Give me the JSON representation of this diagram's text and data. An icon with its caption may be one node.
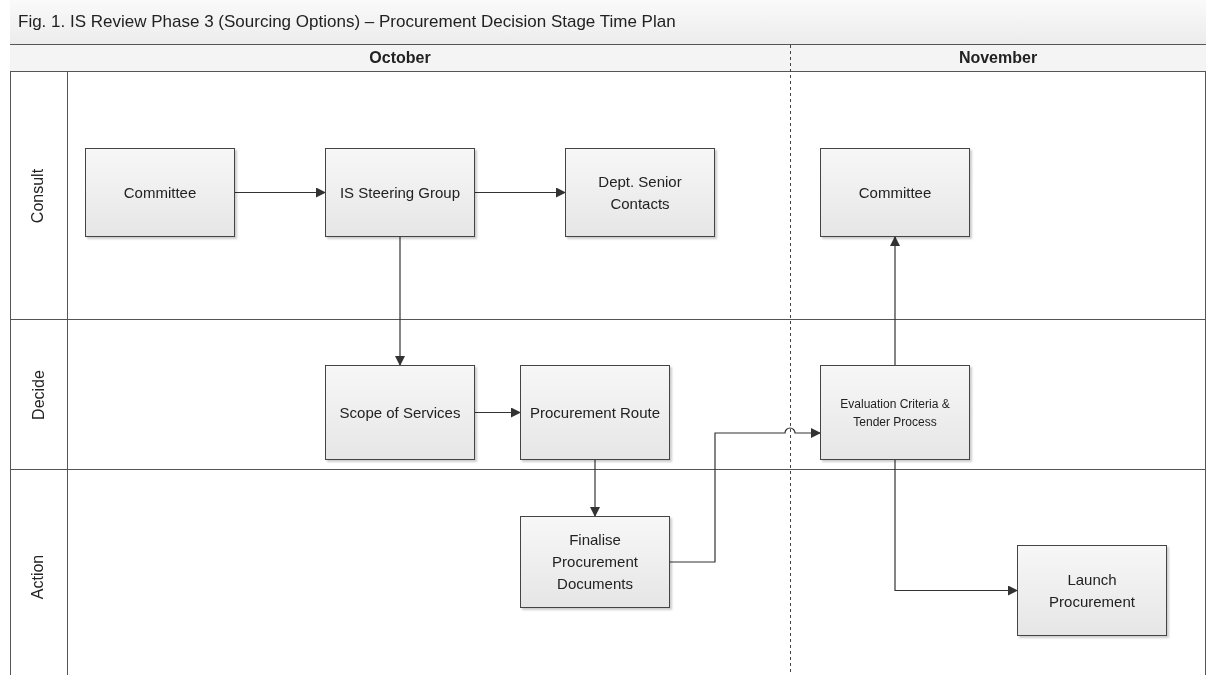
{
  "diagram": {
    "title": "Fig. 1. IS Review Phase 3 (Sourcing Options) – Procurement Decision Stage Time Plan",
    "nodes": [
      {
        "text": [
          "October"
        ]
      },
      {
        "text": [
          "November"
        ]
      },
      {
        "text": [
          "Consult"
        ]
      },
      {
        "text": [
          "Decide"
        ]
      },
      {
        "text": [
          "Action"
        ]
      },
      {
        "text": [
          "Committee"
        ],
        "in": 2
      },
      {
        "text": [
          "IS Steering Group"
        ],
        "in": 2
      },
      {
        "text": [
          "Dept. Senior Contacts"
        ],
        "in": 2
      },
      {
        "text": [
          "Committee"
        ],
        "in": 2
      },
      {
        "text": [
          "Scope of Services"
        ],
        "in": 3
      },
      {
        "text": [
          "Procurement Route"
        ],
        "in": 3
      },
      {
        "text": [
          "Evaluation Criteria & Tender Process"
        ],
        "in": 3
      },
      {
        "text": [
          "Finalise Procurement Documents"
        ],
        "in": 4
      },
      {
        "text": [
          "Launch Procurement"
        ],
        "in": 4
      }
    ],
    "edges": [
      {
        "from": 5,
        "to": 6,
        "arrow": "to"
      },
      {
        "from": 6,
        "to": 7,
        "arrow": "to"
      },
      {
        "from": 6,
        "to": 9,
        "arrow": "to"
      },
      {
        "from": 9,
        "to": 10,
        "arrow": "to"
      },
      {
        "from": 10,
        "to": 12,
        "arrow": "to"
      },
      {
        "from": 12,
        "to": 11,
        "arrow": "to"
      },
      {
        "from": 11,
        "to": 8,
        "arrow": "to"
      },
      {
        "from": 11,
        "to": 13,
        "arrow": "to"
      }
    ]
  }
}
